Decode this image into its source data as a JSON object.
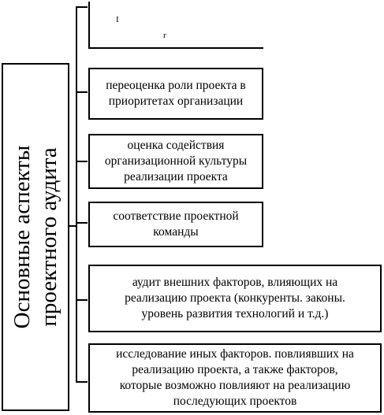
{
  "diagram": {
    "root": {
      "label_lines": [
        "Основные аспекты",
        "проектного аудита"
      ]
    },
    "items": [
      {
        "lines": [
          "I",
          "г"
        ]
      },
      {
        "lines": [
          "переоценка роли проекта в",
          "приоритетах организации"
        ]
      },
      {
        "lines": [
          "оценка содействия",
          "организационной культуры",
          "реализации проекта"
        ]
      },
      {
        "lines": [
          "соответствие проектной",
          "команды"
        ]
      },
      {
        "lines": [
          "аудит внешних факторов, влияющих на",
          "реализацию проекта (конкуренты. законы.",
          "уровень развития технологий и т.д.)"
        ]
      },
      {
        "lines": [
          "исследование иных факторов. повлиявших на",
          "реализацию проекта, а также факторов,",
          "которые возможно повлияют на реализацию",
          "последующих проектов"
        ]
      }
    ]
  }
}
